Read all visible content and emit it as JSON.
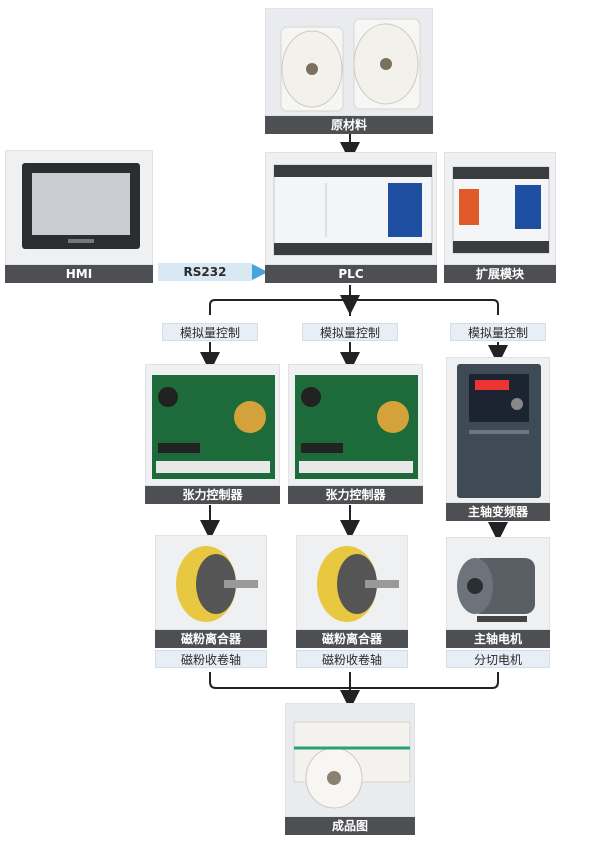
{
  "top_material": {
    "label": "原材料"
  },
  "hmi": {
    "label": "HMI"
  },
  "link": {
    "label": "RS232"
  },
  "plc": {
    "label": "PLC"
  },
  "expansion": {
    "label": "扩展模块"
  },
  "branches": [
    {
      "control_label": "模拟量控制",
      "device_label": "张力控制器",
      "actuator_label_1": "磁粉离合器",
      "actuator_label_2": "磁粉收卷轴"
    },
    {
      "control_label": "模拟量控制",
      "device_label": "张力控制器",
      "actuator_label_1": "磁粉离合器",
      "actuator_label_2": "磁粉收卷轴"
    },
    {
      "control_label": "模拟量控制",
      "device_label": "主轴变频器",
      "actuator_label_1": "主轴电机",
      "actuator_label_2": "分切电机"
    }
  ],
  "product": {
    "label": "成品图"
  },
  "colors": {
    "bar": "#4d4f53",
    "label_bg": "#e8eef5",
    "arrow": "#222222",
    "rs232_arrow": "#4aa3df"
  }
}
